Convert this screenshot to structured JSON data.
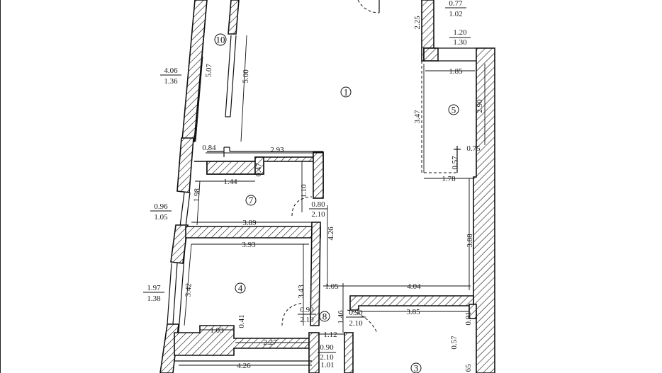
{
  "rooms": {
    "r1": "1",
    "r3": "3",
    "r4": "4",
    "r5": "5",
    "r7": "7",
    "r8": "8",
    "r10": "10"
  },
  "labels": {
    "opening_top_right": [
      "0.77",
      "1.02"
    ],
    "opening_top_right2": [
      "1.20",
      "1.30"
    ],
    "left_window_top": [
      "4.06",
      "1.36"
    ],
    "left_window_mid": [
      "0.96",
      "1.05"
    ],
    "left_window_low": [
      "1.97",
      "1.38"
    ],
    "door_7": [
      "0.80",
      "2.10"
    ],
    "door_4": [
      "0.90",
      "2.10"
    ],
    "door_8": [
      "0.90",
      "2.10"
    ],
    "door_bottom": [
      "0.90",
      "2.10"
    ],
    "dims": {
      "d_2_25": "2.25",
      "d_5_07": "5.07",
      "d_5_00": "5.00",
      "d_1_85": "1.85",
      "d_3_47": "3.47",
      "d_2_90": "2.90",
      "d_0_84": "0.84",
      "d_2_93": "2.93",
      "d_0_75": "0.75",
      "d_0_57a": "0.57",
      "d_1_78": "1.78",
      "d_0_47": "0.47",
      "d_1_44": "1.44",
      "d_1_98": "1.98",
      "d_1_10": "1.10",
      "d_3_89": "3.89",
      "d_4_26a": "4.26",
      "d_3_88": "3.88",
      "d_3_93": "3.93",
      "d_3_42": "3.42",
      "d_3_43": "3.43",
      "d_1_05": "1.05",
      "d_4_04": "4.04",
      "d_1_46": "1.46",
      "d_3_85": "3.85",
      "d_0_91": "0.91",
      "d_0_41": "0.41",
      "d_1_03": "1.03",
      "d_1_12": "1.12",
      "d_2_27": "2.27",
      "d_0_57b": "0.57",
      "d_4_26b": "4.26",
      "d_1_01": "1.01",
      "d_65": "65"
    }
  }
}
